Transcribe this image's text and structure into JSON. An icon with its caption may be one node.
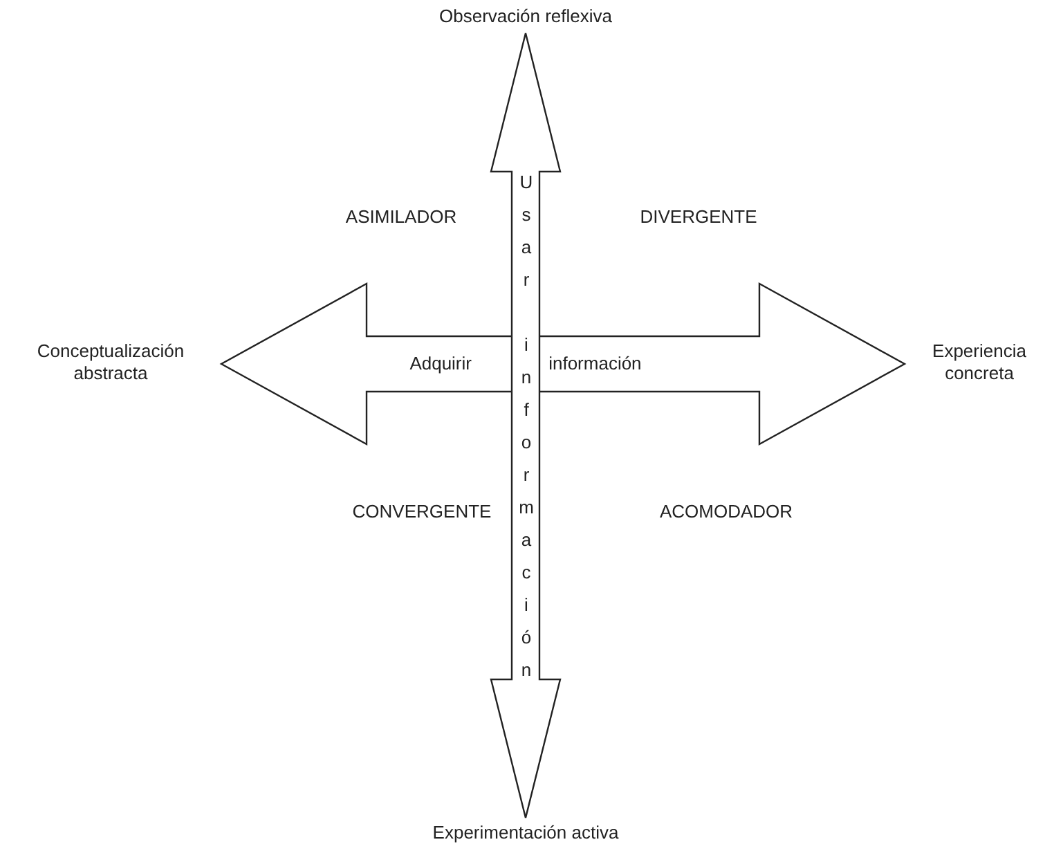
{
  "diagram": {
    "nodes": [
      {
        "text": [
          "Observación reflexiva"
        ]
      },
      {
        "text": [
          "Experimentación activa"
        ]
      },
      {
        "text": [
          "Conceptualización abstracta"
        ]
      },
      {
        "text": [
          "Experiencia concreta"
        ]
      }
    ],
    "edges": [
      {
        "from": 0,
        "to": 1,
        "arrow": "both",
        "label": "Usar información"
      },
      {
        "from": 2,
        "to": 3,
        "arrow": "both",
        "label": "Adquirir información"
      }
    ],
    "labels": [
      "ASIMILADOR",
      "DIVERGENTE",
      "CONVERGENTE",
      "ACOMODADOR"
    ]
  }
}
